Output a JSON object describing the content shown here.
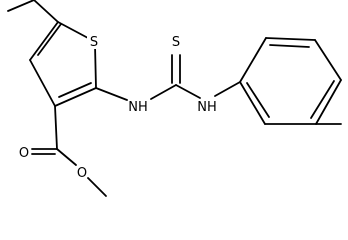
{
  "molecule": {
    "atom_labels": {
      "sulfur_ring": "S",
      "sulfur_thione": "S",
      "nh_left": "NH",
      "nh_right": "NH",
      "oxygen_carbonyl": "O",
      "oxygen_ester": "O"
    },
    "colors": {
      "bond": "#000000",
      "label": "#000000",
      "background": "#ffffff"
    }
  }
}
